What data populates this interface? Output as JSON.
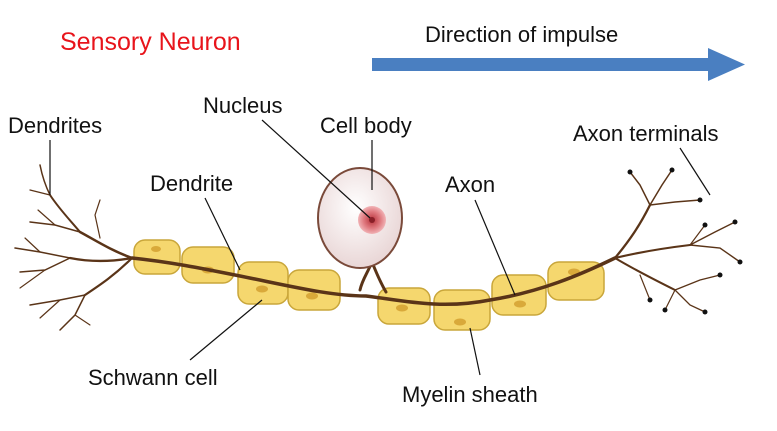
{
  "title": "Sensory Neuron",
  "direction_label": "Direction of impulse",
  "labels": {
    "dendrites": "Dendrites",
    "dendrite": "Dendrite",
    "nucleus": "Nucleus",
    "cell_body": "Cell body",
    "axon": "Axon",
    "axon_terminals": "Axon terminals",
    "schwann_cell": "Schwann cell",
    "myelin_sheath": "Myelin sheath"
  },
  "colors": {
    "title": "#e8141b",
    "arrow": "#4a7fc1",
    "myelin": "#f5d76e",
    "myelin_stroke": "#c9a63a",
    "nerve": "#5a3418",
    "cell_body": "#f3e6e6",
    "nucleus": "#d9686e"
  }
}
